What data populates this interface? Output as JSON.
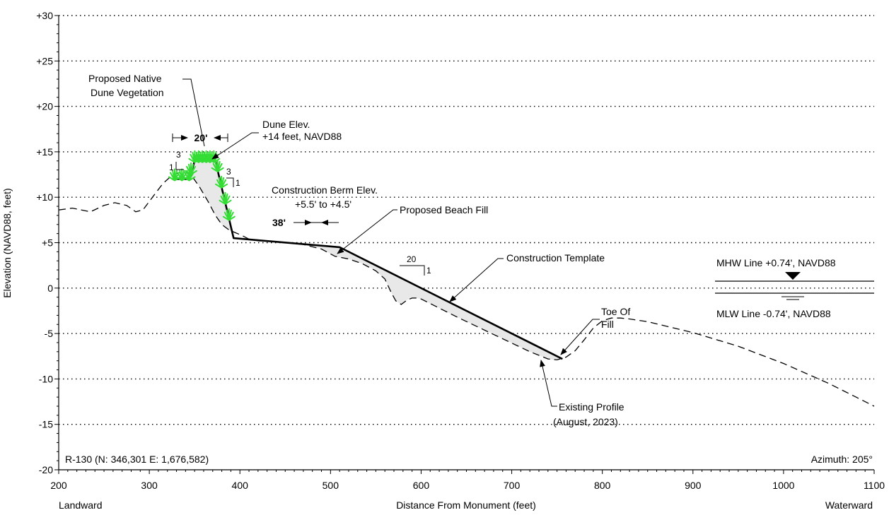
{
  "chart_data": {
    "type": "line",
    "title": "",
    "xlabel": "Distance From Monument (feet)",
    "ylabel": "Elevation (NAVD88, feet)",
    "x_left_label": "Landward",
    "x_right_label": "Waterward",
    "xlim": [
      200,
      1100
    ],
    "ylim": [
      -20,
      30
    ],
    "x_ticks": [
      200,
      300,
      400,
      500,
      600,
      700,
      800,
      900,
      1000,
      1100
    ],
    "x_tick_labels": [
      "200",
      "300",
      "400",
      "500",
      "600",
      "700",
      "800",
      "900",
      "1000",
      "1100"
    ],
    "y_ticks": [
      30,
      25,
      20,
      15,
      10,
      5,
      0,
      -5,
      -10,
      -15,
      -20
    ],
    "y_tick_labels": [
      "+30",
      "+25",
      "+20",
      "+15",
      "+10",
      "+5",
      "0",
      "-5",
      "-10",
      "-15",
      "-20"
    ],
    "grid": "horizontal dotted",
    "profile_id": "R-130 (N: 346,301 E: 1,676,582)",
    "azimuth": "Azimuth: 205°",
    "series": [
      {
        "name": "Existing Profile (August, 2023)",
        "style": "dashed",
        "x": [
          200,
          215,
          235,
          250,
          262,
          275,
          285,
          293,
          305,
          315,
          325,
          335,
          345,
          355,
          365,
          373,
          380,
          388,
          395,
          402,
          410,
          420,
          440,
          470,
          490,
          505,
          520,
          535,
          550,
          560,
          567,
          572,
          578,
          582,
          585,
          590,
          595,
          600,
          640,
          680,
          720,
          740,
          750,
          760,
          770,
          780,
          790,
          800,
          810,
          820,
          830,
          850,
          900,
          950,
          1000,
          1050,
          1080,
          1100
        ],
        "y": [
          8.6,
          8.8,
          8.4,
          9.1,
          9.4,
          9.1,
          8.4,
          8.6,
          10.2,
          11.5,
          12.4,
          12.8,
          12.6,
          11.2,
          9.5,
          8.0,
          7.0,
          6.4,
          6.1,
          5.8,
          5.4,
          5.2,
          5.1,
          4.8,
          4.3,
          3.5,
          3.2,
          2.7,
          1.9,
          1.0,
          -0.5,
          -1.4,
          -1.8,
          -1.5,
          -1.3,
          -1.1,
          -1.1,
          -1.2,
          -3.2,
          -5.1,
          -7.0,
          -7.8,
          -7.9,
          -7.6,
          -6.9,
          -5.7,
          -4.4,
          -3.6,
          -3.3,
          -3.3,
          -3.4,
          -3.7,
          -4.9,
          -6.4,
          -8.3,
          -10.5,
          -12.0,
          -13.0
        ]
      },
      {
        "name": "Construction Template",
        "style": "solid-thick",
        "x": [
          327,
          344,
          350,
          373,
          393,
          510,
          756
        ],
        "y": [
          12,
          12,
          14,
          14,
          5.5,
          4.5,
          -7.8
        ]
      }
    ],
    "annotations": {
      "vegetation": "Proposed Native\nDune Vegetation",
      "dune_elev": "Dune Elev.\n+14 feet, NAVD88",
      "dune_width": "20'",
      "berm_elev": "Construction Berm Elev.\n+5.5' to +4.5'",
      "berm_width": "38'",
      "beach_fill": "Proposed Beach Fill",
      "construction_template": "Construction Template",
      "toe_of_fill": "Toe Of\nFill",
      "existing_profile": "Existing Profile\n(August, 2023)",
      "slope_left_run": "3",
      "slope_left_rise": "1",
      "slope_right_run": "3",
      "slope_right_rise": "1",
      "slope_beach_run": "20",
      "slope_beach_rise": "1",
      "mhw": "MHW Line +0.74', NAVD88",
      "mlw": "MLW Line -0.74', NAVD88"
    },
    "colors": {
      "vegetation": "#33dd33",
      "fill_area": "#e8e8e8",
      "line": "#000000"
    }
  }
}
